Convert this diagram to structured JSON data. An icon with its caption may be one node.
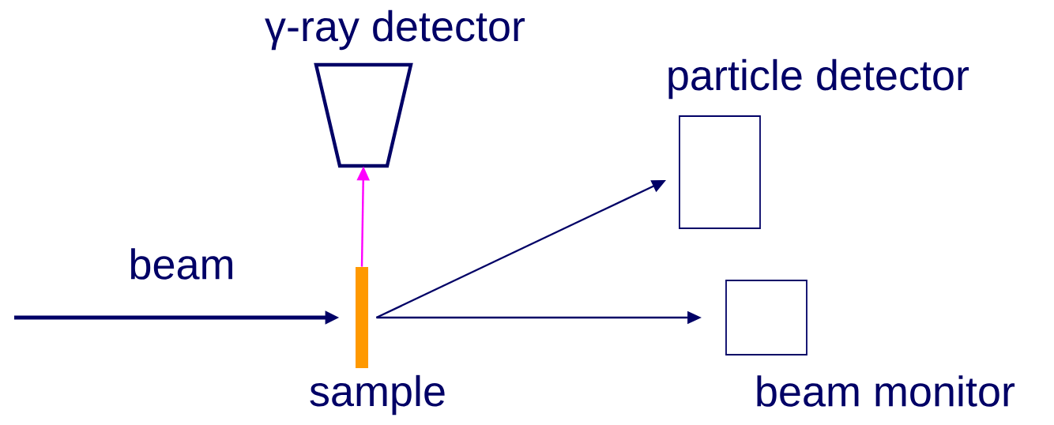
{
  "diagram": {
    "nodes": [
      {
        "text": [
          "γ-ray detector"
        ]
      },
      {
        "text": [
          "particle detector"
        ]
      },
      {
        "text": [
          "beam monitor"
        ]
      },
      {
        "text": [
          "sample"
        ]
      }
    ],
    "edges": [
      {
        "from": null,
        "to": 3,
        "arrow": "to",
        "label": "beam",
        "style": "thick"
      },
      {
        "from": 3,
        "to": 0,
        "arrow": "to",
        "color": "#ff00ff"
      },
      {
        "from": 3,
        "to": 1,
        "arrow": "to"
      },
      {
        "from": 3,
        "to": 2,
        "arrow": "to"
      }
    ]
  }
}
